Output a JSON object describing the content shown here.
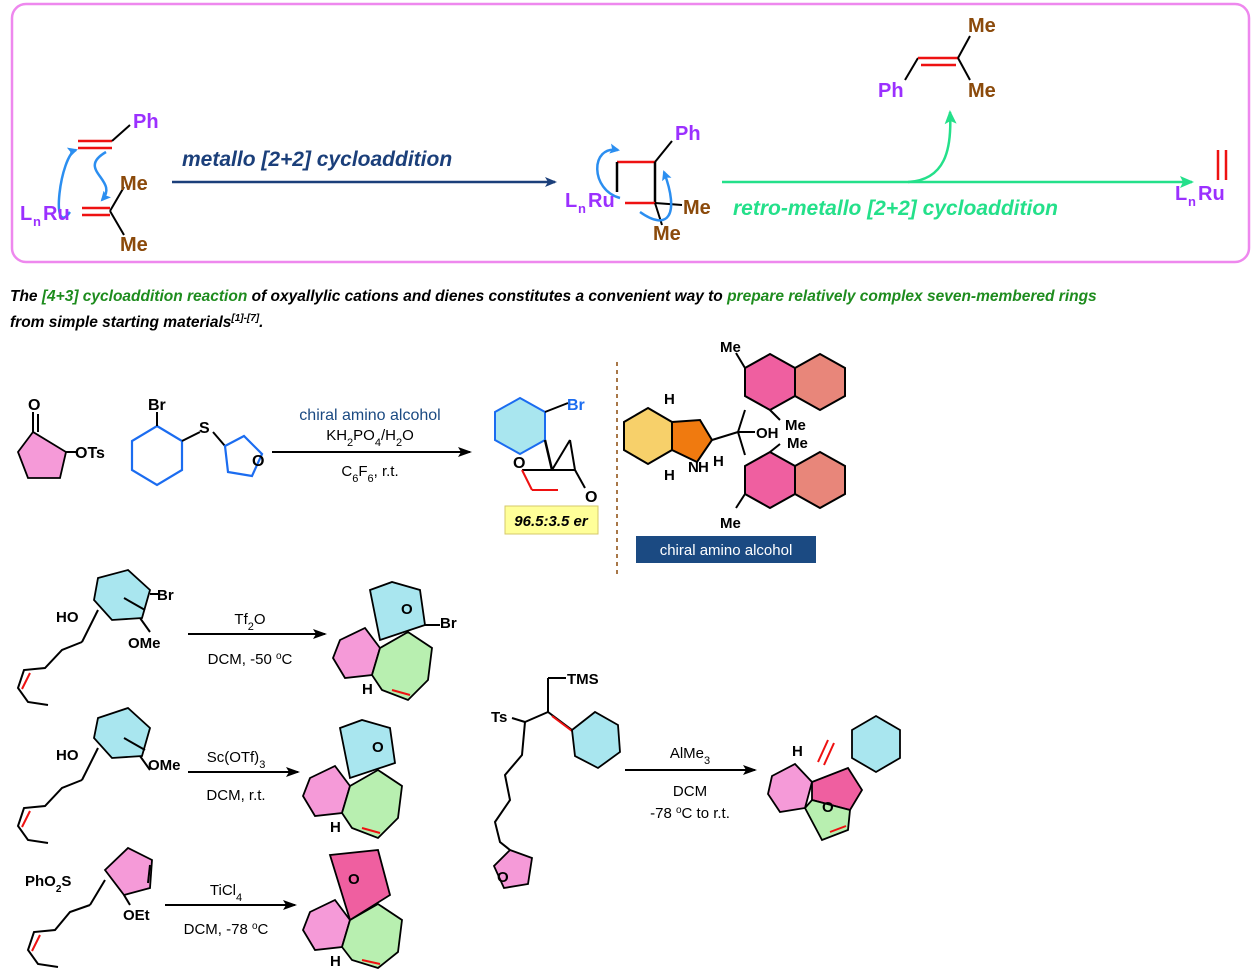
{
  "colors": {
    "frame": "#ee88ee",
    "purple": "#9b30ff",
    "brown": "#8b4a0b",
    "blue_arrow": "#2b8ef0",
    "navy": "#1b3f7a",
    "teal": "#24e08a",
    "red": "#ee1111",
    "green_text": "#1e8c1e",
    "pink_ring": "#f59ad8",
    "cyan_ring": "#a9e6ef",
    "green_ring": "#b8efb0",
    "yellow_ring": "#f7d06a",
    "orange_ring": "#f07a0f",
    "salmon_ring": "#e8867a",
    "magenta_ring": "#ef5fa0",
    "er_box": "#ffff99",
    "badge_bg": "#1b4a82"
  },
  "metathesis": {
    "start_ph": "Ph",
    "start_me_top": "Me",
    "start_me_bottom": "Me",
    "start_ru": "Ru",
    "start_l": "L",
    "start_n": "n",
    "arrow1_label": "metallo [2+2] cycloaddition",
    "mid_ph": "Ph",
    "mid_ru": "Ru",
    "mid_l": "L",
    "mid_n": "n",
    "mid_me_right": "Me",
    "mid_me_bottom": "Me",
    "prod_ph": "Ph",
    "prod_me_top": "Me",
    "prod_me_bottom": "Me",
    "arrow2_label": "retro-metallo [2+2] cycloaddition",
    "end_ru": "Ru",
    "end_l": "L",
    "end_n": "n"
  },
  "paragraph": {
    "p1": "The ",
    "p2": "[4+3] cycloaddition reaction",
    "p3": " of oxyallylic cations and dienes constitutes a convenient way to ",
    "p4": "prepare relatively complex seven-membered rings",
    "p5": "from simple starting materials",
    "ref": "[1]-[7]",
    "p6": "."
  },
  "scheme1": {
    "ketone_o": "O",
    "ots": "OTs",
    "br": "Br",
    "s": "S",
    "furan_o": "O",
    "cond_top": "chiral amino alcohol",
    "cond_mid": "KH2PO4/H2O",
    "cond_mid_a": "KH",
    "cond_mid_b": "2",
    "cond_mid_c": "PO",
    "cond_mid_d": "4",
    "cond_mid_e": "/H",
    "cond_mid_f": "2",
    "cond_mid_g": "O",
    "cond_bottom_a": "C",
    "cond_bottom_b": "6",
    "cond_bottom_c": "F",
    "cond_bottom_d": "6",
    "cond_bottom_e": ", r.t.",
    "prod_br": "Br",
    "prod_o_bridge": "O",
    "prod_o_ketone": "O",
    "er": "96.5:3.5 er",
    "cat_me1": "Me",
    "cat_me2": "Me",
    "cat_me3": "Me",
    "cat_me4": "Me",
    "cat_oh": "OH",
    "cat_h1": "H",
    "cat_h2": "H",
    "cat_h3": "H",
    "cat_nh": "N",
    "cat_nh_h": "H",
    "badge": "chiral amino alcohol"
  },
  "rxn2": {
    "ho": "HO",
    "br": "Br",
    "ome": "OMe",
    "reagent_a": "Tf",
    "reagent_b": "2",
    "reagent_c": "O",
    "cond_a": "DCM, -50 ",
    "cond_b": "o",
    "cond_c": "C",
    "prod_o": "O",
    "prod_br": "Br",
    "prod_h": "H"
  },
  "rxn3": {
    "ho": "HO",
    "ome": "OMe",
    "reagent_a": "Sc(OTf)",
    "reagent_b": "3",
    "cond": "DCM, r.t.",
    "prod_o": "O",
    "prod_h": "H"
  },
  "rxn4": {
    "pho2s_a": "PhO",
    "pho2s_b": "2",
    "pho2s_c": "S",
    "oet": "OEt",
    "reagent_a": "TiCl",
    "reagent_b": "4",
    "cond_a": "DCM, -78 ",
    "cond_b": "o",
    "cond_c": "C",
    "prod_o": "O",
    "prod_h": "H"
  },
  "rxn5": {
    "tms": "TMS",
    "ts": "Ts",
    "furan_o": "O",
    "reagent_a": "AlMe",
    "reagent_b": "3",
    "cond1": "DCM",
    "cond2_a": "-78 ",
    "cond2_b": "o",
    "cond2_c": "C to r.t.",
    "prod_h": "H",
    "prod_o": "O"
  }
}
